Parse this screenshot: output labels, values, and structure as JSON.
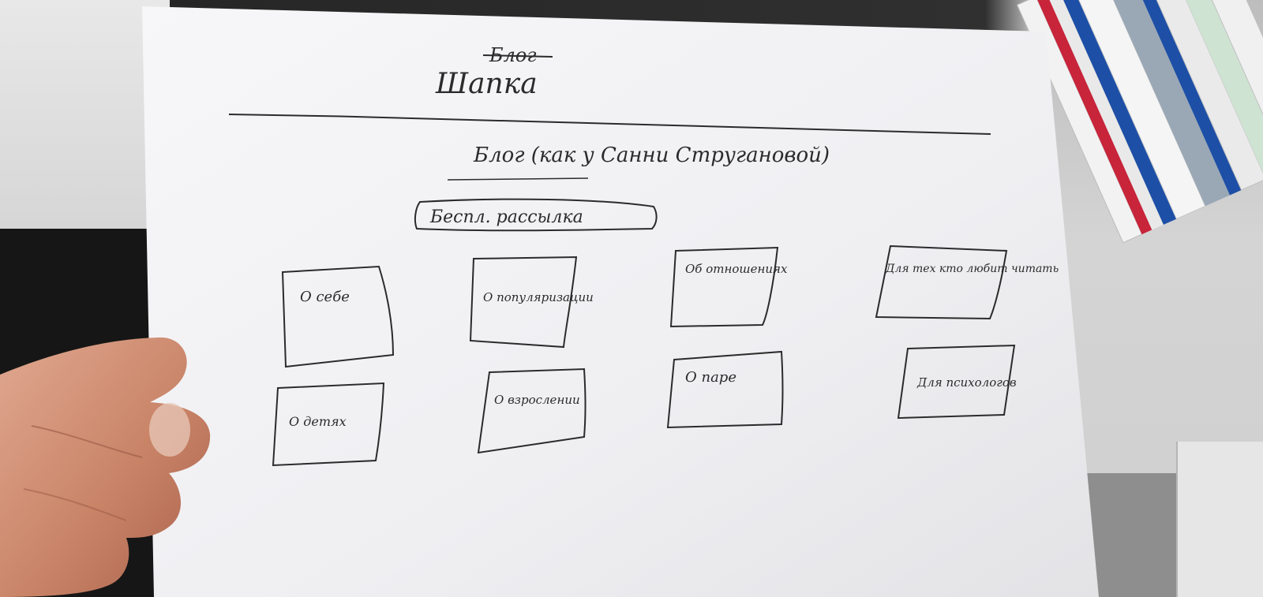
{
  "sketch": {
    "header_crossed": "Блог",
    "header": "Шапка",
    "title": "Блог (как у Санни Стругановой)",
    "subscribe_box": "Беспл. рассылка",
    "cards": [
      {
        "label": "О себе"
      },
      {
        "label": "О популяризации"
      },
      {
        "label": "Об отношениях"
      },
      {
        "label": "Для тех кто любит читать"
      },
      {
        "label": "О детях"
      },
      {
        "label": "О взрослении"
      },
      {
        "label": "О паре"
      },
      {
        "label": "Для психологов"
      }
    ]
  },
  "colors": {
    "paper": "#f4f4f6",
    "ink": "#2b2b2b",
    "book_red": "#c8243a",
    "book_blue": "#1d4fa6",
    "book_green": "#3e7a4e"
  }
}
